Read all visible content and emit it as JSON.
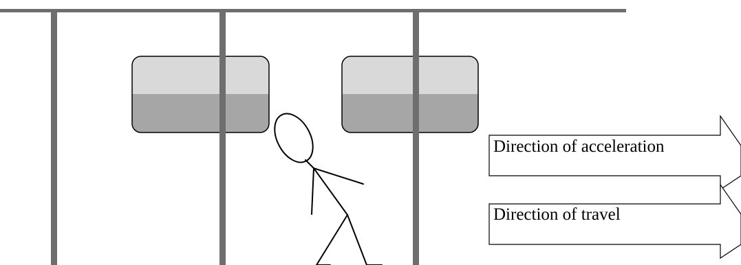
{
  "diagram": {
    "arrows": [
      {
        "id": "acceleration",
        "label": "Direction of acceleration"
      },
      {
        "id": "travel",
        "label": "Direction of travel"
      }
    ],
    "colors": {
      "rail": "#6e6e6e",
      "pole": "#6e6e6e",
      "window_top": "#d9d9d9",
      "window_bottom": "#a6a6a6",
      "outline": "#000000",
      "arrow_fill": "#ffffff"
    }
  }
}
